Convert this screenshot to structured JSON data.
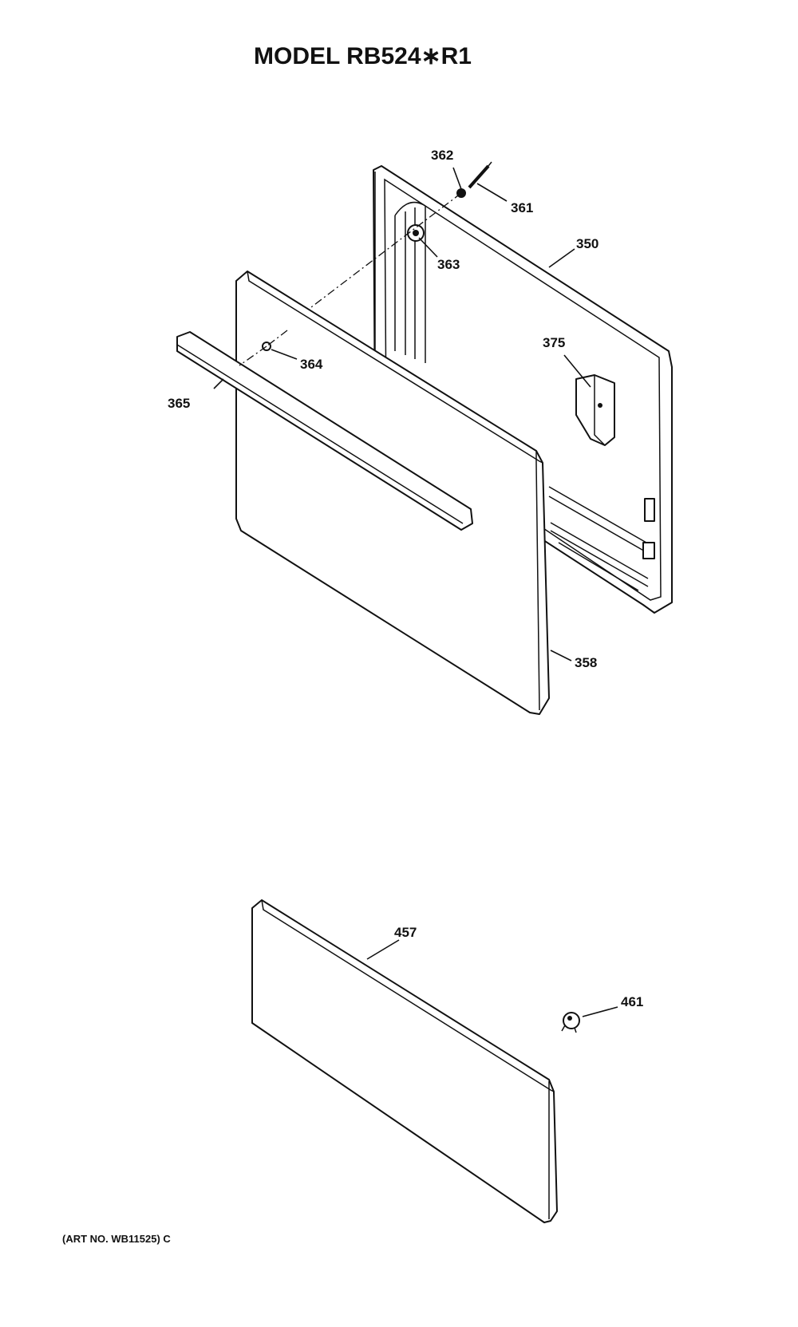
{
  "title": "MODEL RB524∗R1",
  "art_number": "(ART NO. WB11525) C",
  "labels": {
    "p350": "350",
    "p358": "358",
    "p361": "361",
    "p362": "362",
    "p363": "363",
    "p364": "364",
    "p365": "365",
    "p375": "375",
    "p457": "457",
    "p461": "461"
  }
}
